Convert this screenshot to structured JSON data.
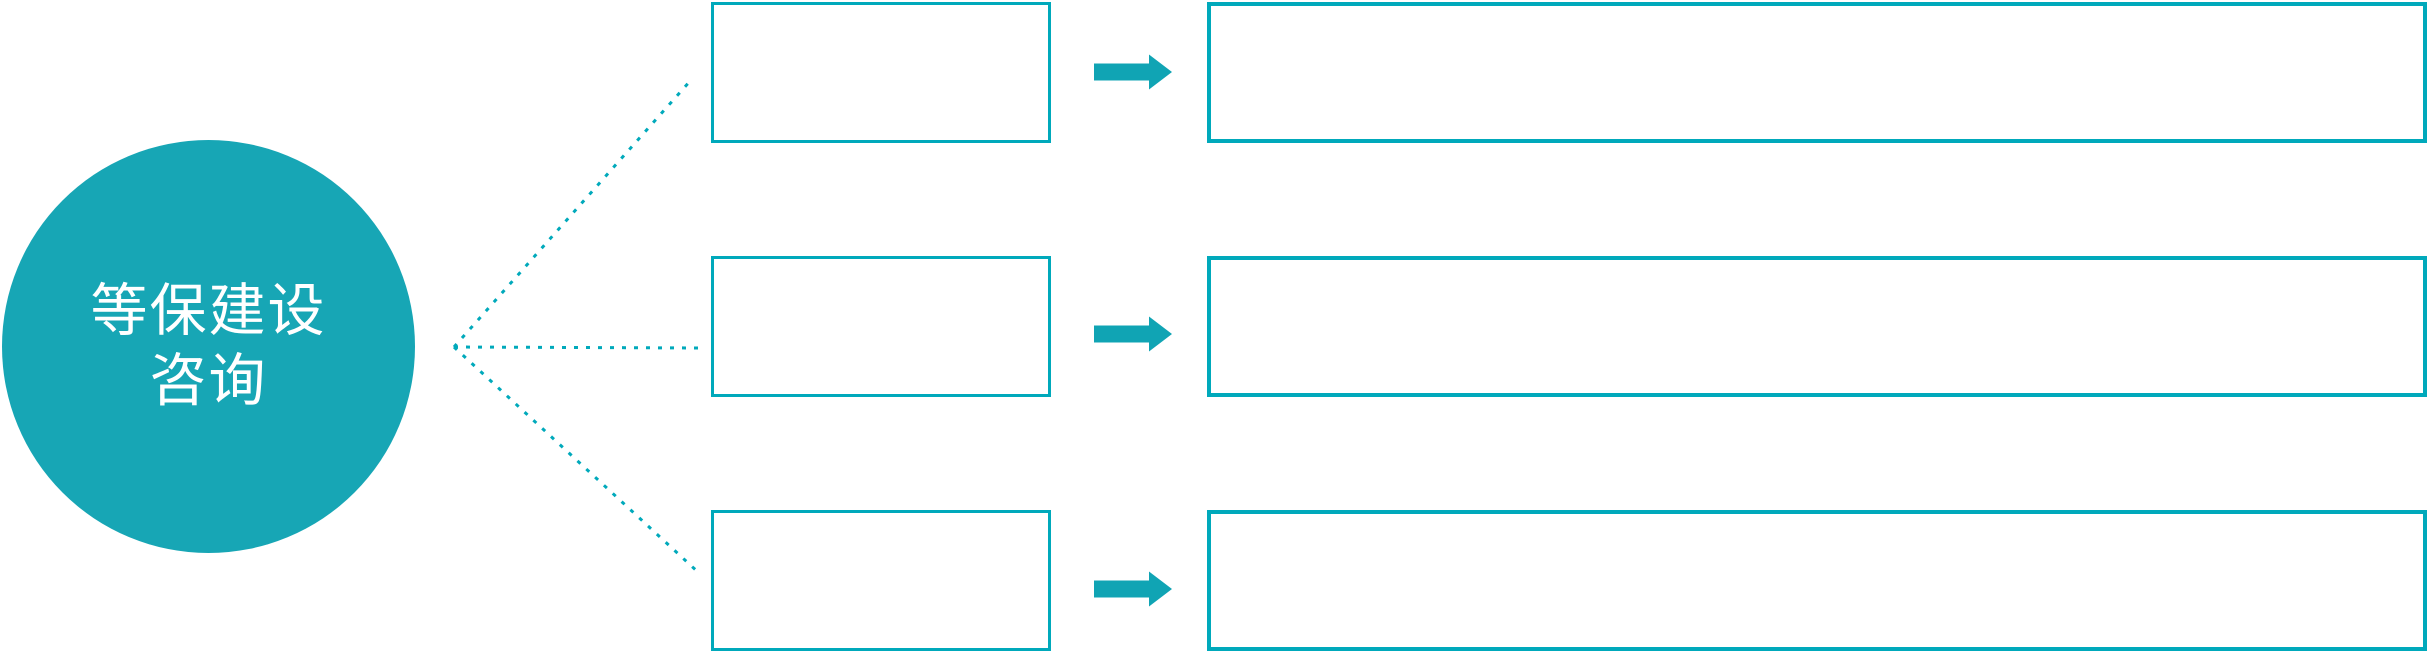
{
  "diagram": {
    "type": "fan-out flow diagram",
    "root": {
      "label": "等保建设\n咨询",
      "shape": "circle"
    },
    "rows": [
      {
        "category_label": "",
        "detail_label": ""
      },
      {
        "category_label": "",
        "detail_label": ""
      },
      {
        "category_label": "",
        "detail_label": ""
      }
    ]
  },
  "theme": {
    "accent": "#00a9bb",
    "circle_fill": "#17a6b5",
    "arrow_fill": "#10a4b4",
    "text_on_accent": "#ffffff",
    "background": "#ffffff"
  }
}
